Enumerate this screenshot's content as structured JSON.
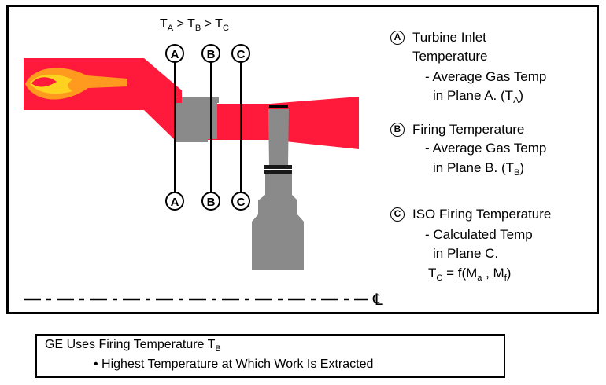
{
  "relation": {
    "t1": "T",
    "s1": "A",
    "gt1": ">",
    "t2": "T",
    "s2": "B",
    "gt2": ">",
    "t3": "T",
    "s3": "C"
  },
  "planes": {
    "a": "A",
    "b": "B",
    "c": "C"
  },
  "centerline_symbol": "℄",
  "legend": [
    {
      "badge": "A",
      "title_line1": "Turbine Inlet",
      "title_line2": "Temperature",
      "desc_line1": "- Average Gas Temp",
      "desc_line2_prefix": "in Plane A. (T",
      "desc_line2_sub": "A",
      "desc_line2_suffix": ")"
    },
    {
      "badge": "B",
      "title_line1": "Firing Temperature",
      "desc_line1": "- Average Gas Temp",
      "desc_line2_prefix": "in Plane B. (T",
      "desc_line2_sub": "B",
      "desc_line2_suffix": ")"
    },
    {
      "badge": "C",
      "title_line1": "ISO Firing Temperature",
      "desc_line1": "- Calculated Temp",
      "desc_line2": "in Plane C.",
      "formula_t": "T",
      "formula_t_sub": "C",
      "formula_mid": " = f(M",
      "formula_m1_sub": "a",
      "formula_sep": " , M",
      "formula_m2_sub": "f",
      "formula_end": ")"
    }
  ],
  "footer": {
    "title": "GE Uses Firing Temperature T",
    "title_sub": "B",
    "bullet": "• Highest Temperature at Which Work Is Extracted"
  },
  "colors": {
    "gas": "#ff1a3c",
    "flame_outer": "#ff9a1f",
    "flame_inner": "#ffd21f",
    "metal": "#8a8a8a",
    "metal_dark": "#6e6e6e"
  }
}
